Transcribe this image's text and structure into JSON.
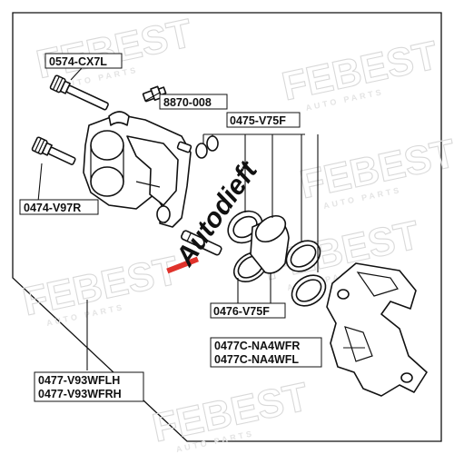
{
  "watermark": {
    "brand": "FEBEST",
    "sub": "AUTO PARTS"
  },
  "overlay_logo": {
    "text": "Autodieft",
    "slash_color": "#e0322b"
  },
  "labels": {
    "bolt_top": "0574-CX7L",
    "bleeder": "8870-008",
    "bolt_left": "0474-V97R",
    "piston_kit": "0475-V75F",
    "seal_kit": "0476-V75F",
    "bracket_r": "0477C-NA4WFR",
    "bracket_l": "0477C-NA4WFL",
    "caliper_lh": "0477-V93WFLH",
    "caliper_rh": "0477-V93WFRH"
  },
  "colors": {
    "line": "#111111",
    "watermark": "#d9d9d9",
    "background": "#ffffff"
  }
}
